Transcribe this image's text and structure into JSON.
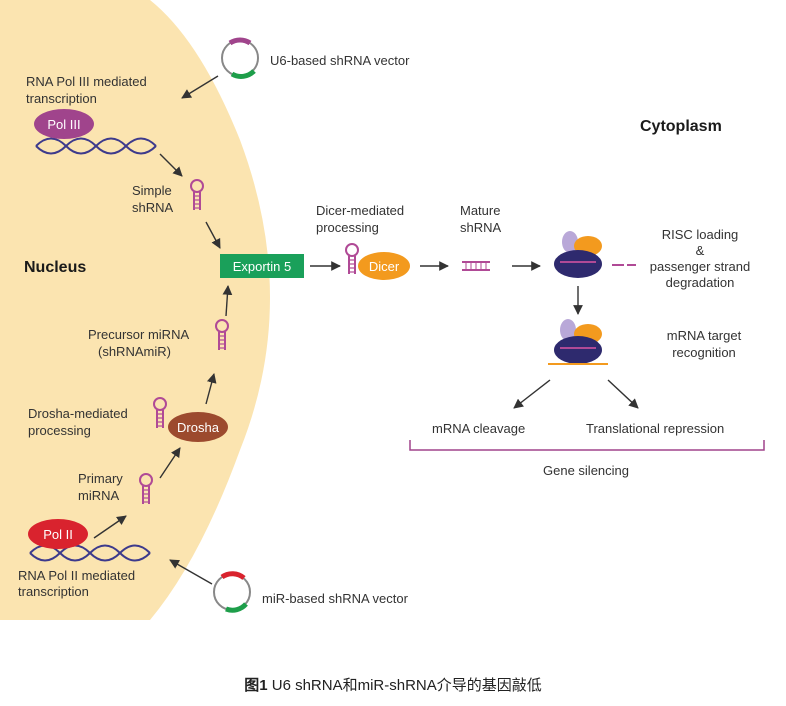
{
  "labels": {
    "u6_vector": "U6-based shRNA vector",
    "pol3_line1": "RNA Pol III mediated",
    "pol3_line2": "transcription",
    "pol3": "Pol III",
    "simple_line1": "Simple",
    "simple_line2": "shRNA",
    "cytoplasm": "Cytoplasm",
    "dicer_line1": "Dicer-mediated",
    "dicer_line2": "processing",
    "mature_line1": "Mature",
    "mature_line2": "shRNA",
    "risc_line1": "RISC loading",
    "risc_line2": "&",
    "risc_line3": "passenger strand",
    "risc_line4": "degradation",
    "nucleus": "Nucleus",
    "exportin": "Exportin 5",
    "dicer": "Dicer",
    "target_line1": "mRNA target",
    "target_line2": "recognition",
    "precursor_line1": "Precursor miRNA",
    "precursor_line2": "(shRNAmiR)",
    "drosha_line1": "Drosha-mediated",
    "drosha_line2": "processing",
    "drosha": "Drosha",
    "cleavage": "mRNA cleavage",
    "repression": "Translational repression",
    "gene_silencing": "Gene silencing",
    "primary_line1": "Primary",
    "primary_line2": "miRNA",
    "pol2": "Pol II",
    "pol2_line1": "RNA Pol II mediated",
    "pol2_line2": "transcription",
    "mir_vector": "miR-based shRNA vector"
  },
  "caption": {
    "prefix": "图1",
    "text": " U6 shRNA和miR-shRNA介导的基因敲低"
  },
  "colors": {
    "nucleus_fill": "#fbe4b0",
    "pol3": "#a0448c",
    "pol2": "#d9232e",
    "drosha": "#9c4a2e",
    "dicer": "#f39a1e",
    "exportin": "#1aa05a",
    "rna": "#b04a96",
    "dna": "#3d3a8c",
    "risc_dark": "#2e2a6e",
    "risc_orange": "#f39a1e",
    "risc_lilac": "#b9a8d8",
    "vector_green": "#1e9e4a",
    "vector_purple": "#a0448c",
    "vector_red": "#d9232e",
    "bracket": "#a0448c"
  }
}
